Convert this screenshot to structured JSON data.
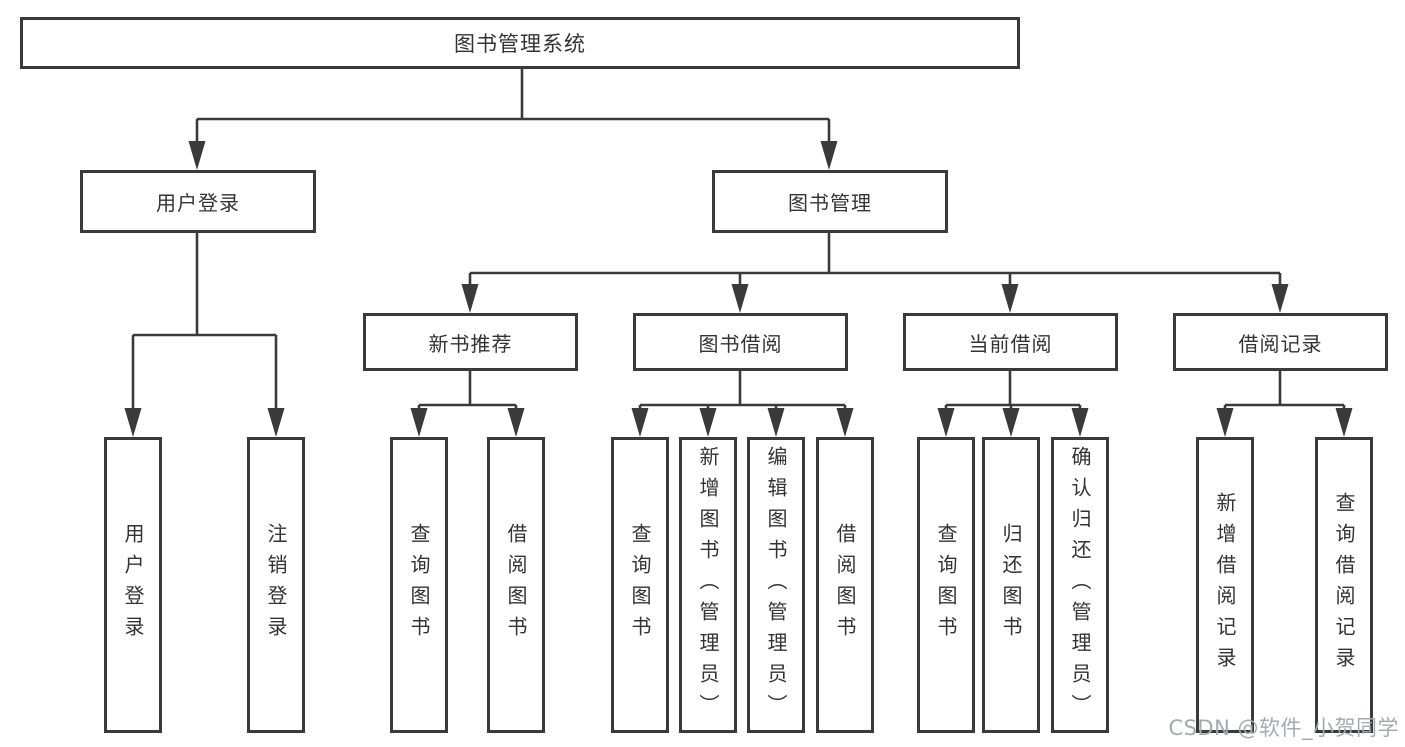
{
  "diagram": {
    "root": "图书管理系统",
    "level2": {
      "user_login": "用户登录",
      "book_management": "图书管理"
    },
    "level3": {
      "new_book_recommend": "新书推荐",
      "book_borrowing": "图书借阅",
      "current_borrowing": "当前借阅",
      "borrowing_records": "借阅记录"
    },
    "leaves": {
      "user_login": "用户登录",
      "logout": "注销登录",
      "query_books_1": "查询图书",
      "borrow_books_1": "借阅图书",
      "query_books_2": "查询图书",
      "add_book_admin": "新增图书（管理员）",
      "edit_book_admin": "编辑图书（管理员）",
      "borrow_books_2": "借阅图书",
      "query_books_3": "查询图书",
      "return_book": "归还图书",
      "confirm_return_admin": "确认归还（管理员）",
      "add_borrow_record": "新增借阅记录",
      "query_borrow_record": "查询借阅记录"
    }
  },
  "watermark": "CSDN @软件_小贺同学",
  "colors": {
    "line": "#3a3a3a",
    "text": "#333333",
    "watermark": "#a6aab0",
    "background": "#ffffff"
  }
}
